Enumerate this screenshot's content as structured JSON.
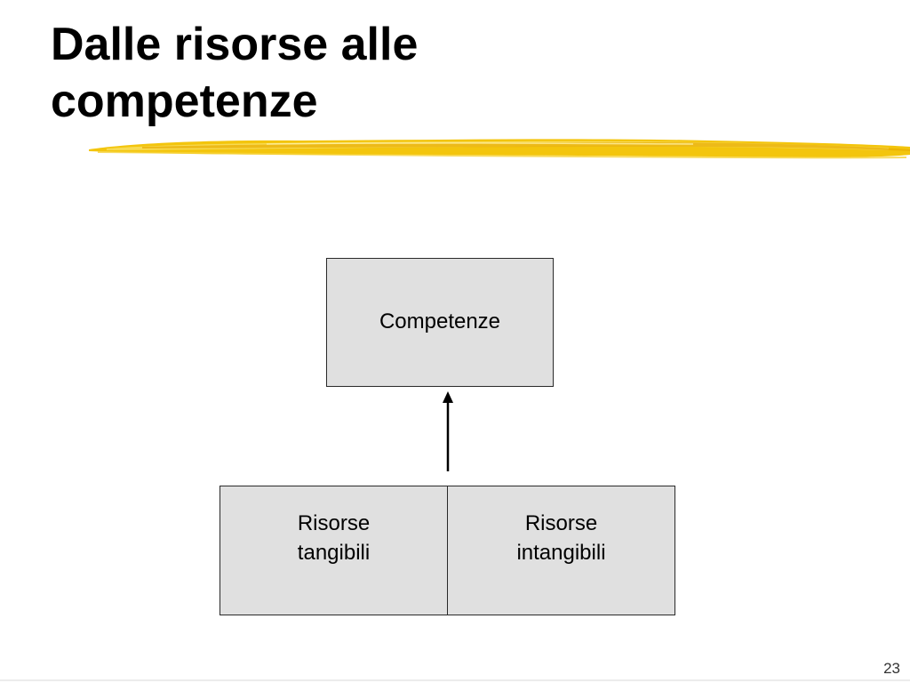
{
  "slide": {
    "title_lines": [
      "Dalle risorse alle",
      "competenze"
    ],
    "page_number": "23"
  },
  "diagram": {
    "top_box": {
      "label": "Competenze"
    },
    "bottom_left_box": {
      "label": "Risorse\ntangibili"
    },
    "bottom_right_box": {
      "label": "Risorse\nintangibili"
    }
  },
  "colors": {
    "box_fill": "#e0e0e0",
    "box_border": "#2a2a2a",
    "brush_accent": "#f2c200"
  }
}
